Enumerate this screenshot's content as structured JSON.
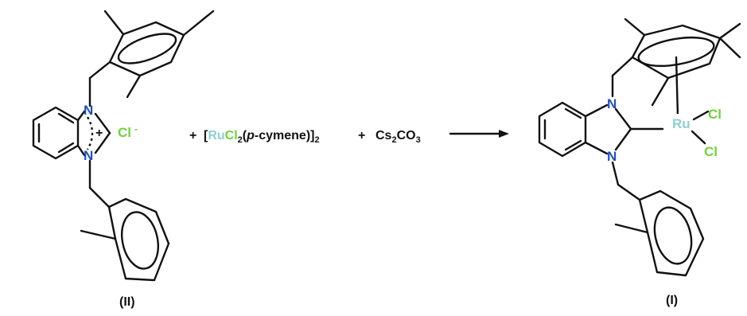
{
  "colors": {
    "nitrogen": "#1f4fbf",
    "chlorine": "#6fd23a",
    "ruthenium": "#8fd0cf",
    "bond": "#111111"
  },
  "reactant": {
    "label": "(II)",
    "n_top": "N",
    "n_bottom": "N",
    "charge": "+",
    "counterion": "Cl",
    "counterion_charge": "-"
  },
  "reagents": {
    "plus1": "+",
    "bracket_open": "[",
    "ru": "Ru",
    "cl": "Cl",
    "cl_sub": "2",
    "paren_open": "(",
    "p": "p",
    "cymene": "-cymene)]",
    "dimer_sub": "2",
    "plus2": "+",
    "cs": "Cs",
    "cs_sub": "2",
    "co": "CO",
    "co_sub": "3"
  },
  "product": {
    "label": "(I)",
    "n_top": "N",
    "n_bottom": "N",
    "ru": "Ru",
    "cl_top": "Cl",
    "cl_bottom": "Cl"
  }
}
